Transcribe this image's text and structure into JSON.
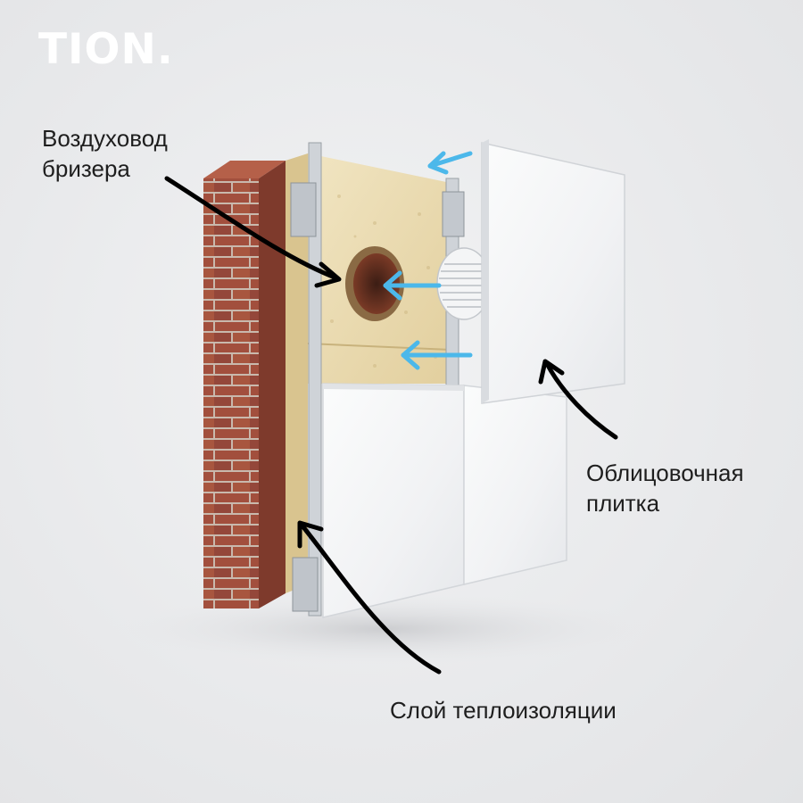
{
  "brand": {
    "logo": "TION."
  },
  "labels": {
    "duct": {
      "line1": "Воздуховод",
      "line2": "бризера"
    },
    "tile": {
      "line1": "Облицовочная",
      "line2": "плитка"
    },
    "insulation": "Слой теплоизоляции"
  },
  "colors": {
    "background": "#e9eaec",
    "brick": "#9a4a3a",
    "insulation": "#eadbb2",
    "airflow_arrow": "#4cb8ea",
    "pointer_arrow": "#000000",
    "panel": "#f7f8f9"
  }
}
